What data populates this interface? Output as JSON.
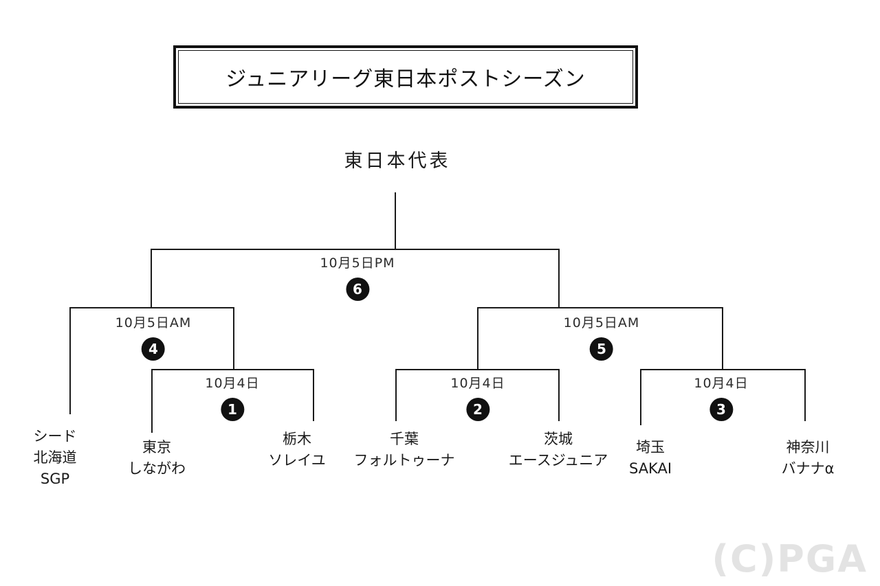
{
  "title": "ジュニアリーグ東日本ポストシーズン",
  "bracket": {
    "champion_label": "東日本代表",
    "final": {
      "date": "10月5日PM",
      "number": "6"
    },
    "semifinals": [
      {
        "date": "10月5日AM",
        "number": "4"
      },
      {
        "date": "10月5日AM",
        "number": "5"
      }
    ],
    "first_round": [
      {
        "date": "10月4日",
        "number": "1"
      },
      {
        "date": "10月4日",
        "number": "2"
      },
      {
        "date": "10月4日",
        "number": "3"
      }
    ],
    "teams": [
      {
        "lines": [
          "シード",
          "北海道",
          "SGP"
        ]
      },
      {
        "lines": [
          "東京",
          "しながわ"
        ]
      },
      {
        "lines": [
          "栃木",
          "ソレイユ"
        ]
      },
      {
        "lines": [
          "千葉",
          "フォルトゥーナ"
        ]
      },
      {
        "lines": [
          "茨城",
          "エースジュニア"
        ]
      },
      {
        "lines": [
          "埼玉",
          "SAKAI"
        ]
      },
      {
        "lines": [
          "神奈川",
          "バナナα"
        ]
      }
    ]
  },
  "watermark": "(C)PGA",
  "colors": {
    "line": "#1a1a1a",
    "badge_background": "#111111",
    "badge_text": "#ffffff",
    "watermark": "#e3e3e3"
  }
}
